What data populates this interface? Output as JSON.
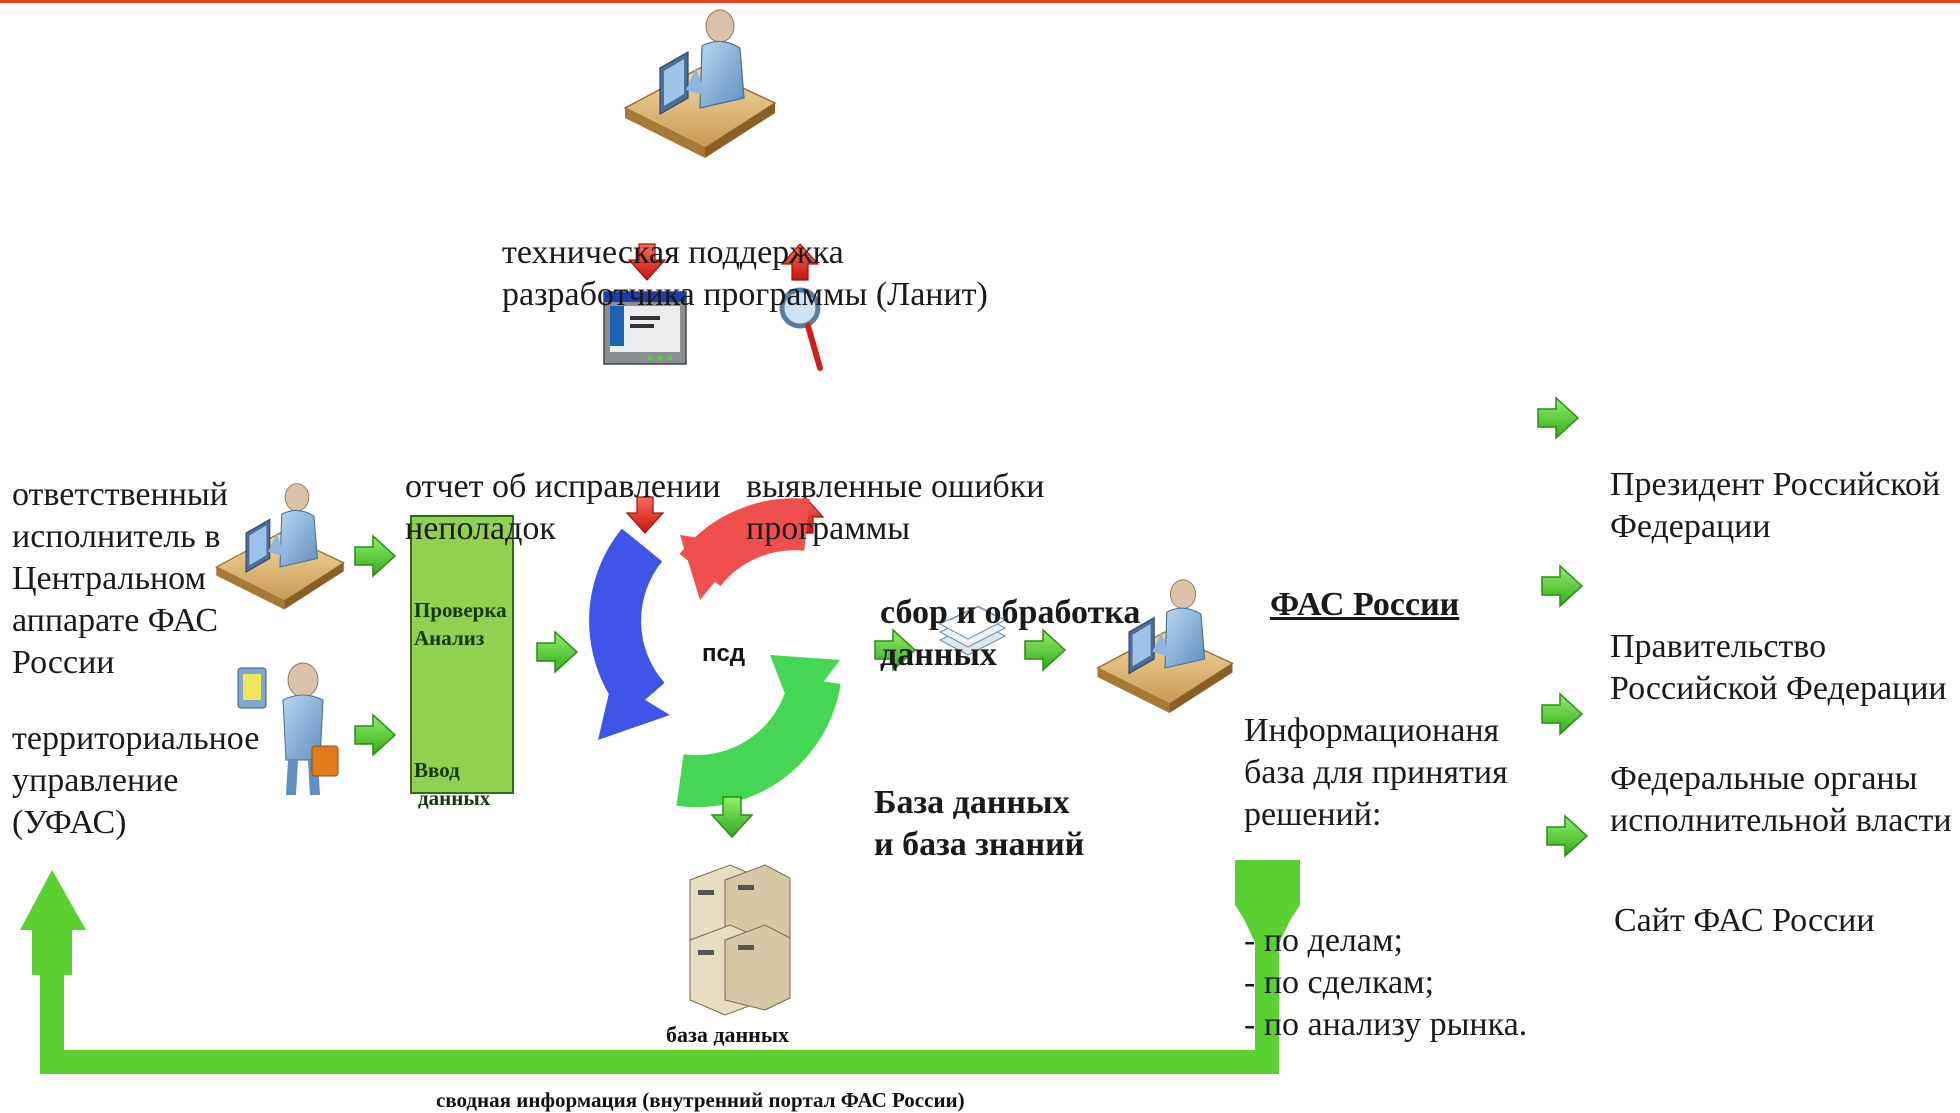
{
  "support": {
    "line1": "техническая поддержка",
    "line2": "разработчика программы (Ланит)"
  },
  "report": {
    "line1": "отчет об исправлении",
    "line2": "неполадок"
  },
  "errors": {
    "line1": "выявленные ошибки",
    "line2": "программы"
  },
  "central": {
    "line1": "ответственный",
    "line2": "исполнитель в",
    "line3": "Центральном",
    "line4": "аппарате ФАС",
    "line5": "России"
  },
  "territorial": {
    "line1": "территориальное",
    "line2": "управление",
    "line3": "(УФАС)"
  },
  "check_box": {
    "top_line1": "Проверка",
    "top_line2": "Анализ",
    "bottom_line1": "Ввод",
    "bottom_line2": "данных"
  },
  "cycle_label": "псд",
  "collect": {
    "line1": "сбор и обработка",
    "line2": "данных"
  },
  "knowledge": {
    "line1": "База данных",
    "line2": "и база знаний"
  },
  "database_label": "база данных",
  "fas": {
    "title": "ФАС России",
    "line1": "Информационаня",
    "line2": "база для принятия",
    "line3": "решений:",
    "line4": "- по делам;",
    "line5": "- по сделкам;",
    "line6": "- по анализу рынка."
  },
  "recipients": [
    {
      "line1": "Президент Российской",
      "line2": "Федерации"
    },
    {
      "line1": "Правительство",
      "line2": "Российской Федерации"
    },
    {
      "line1": "Федеральные органы",
      "line2": "исполнительной власти"
    },
    {
      "line1": "Сайт ФАС России",
      "line2": ""
    }
  ],
  "footer": "сводная информация (внутренний портал ФАС России)",
  "colors": {
    "green_arrow": "#5bd031",
    "red_arrow": "#e8251b",
    "box_fill": "#92d050",
    "cycle_blue": "#3f55e8",
    "cycle_red": "#f0504d",
    "cycle_green": "#45d654",
    "top_bar": "#e9421e"
  },
  "icons": [
    "person-at-desk-icon",
    "person-with-tablet-icon",
    "monitor-report-icon",
    "magnifier-icon",
    "documents-stack-icon",
    "server-stack-icon"
  ]
}
